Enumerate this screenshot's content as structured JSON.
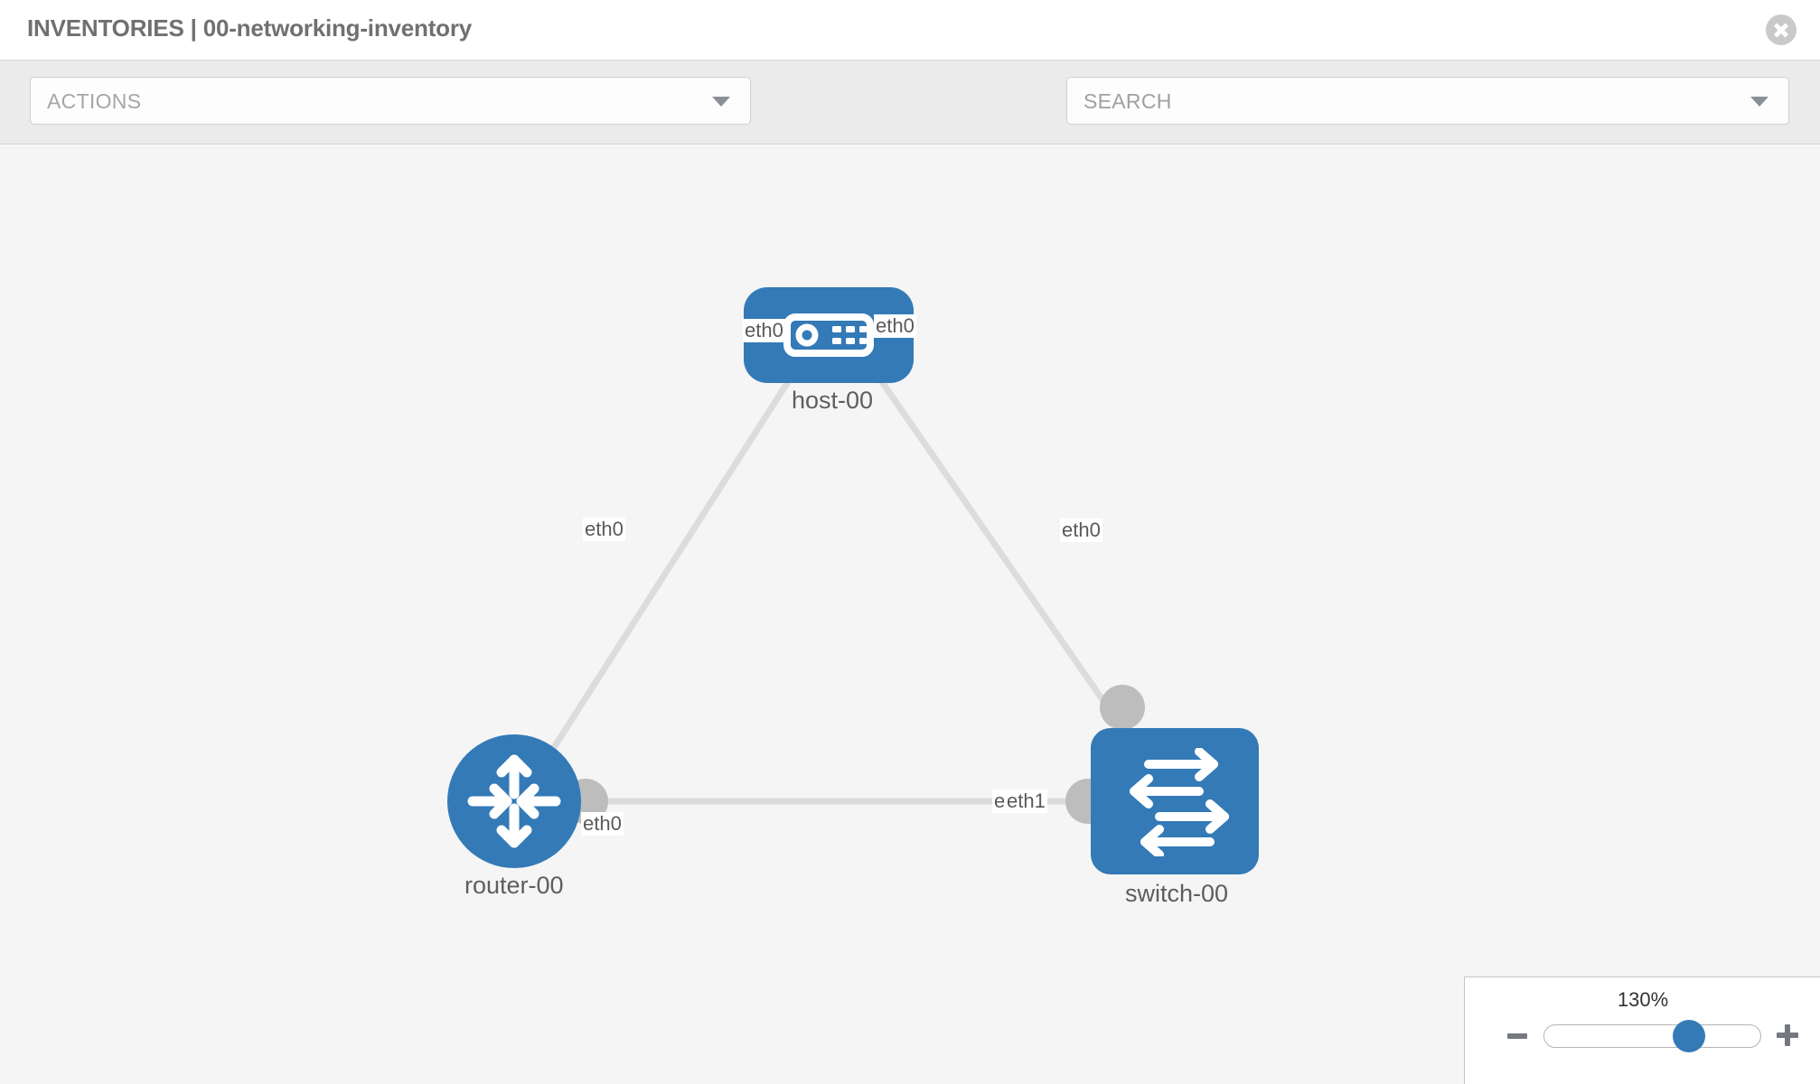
{
  "header": {
    "title": "INVENTORIES | 00-networking-inventory",
    "close_icon": "close-icon"
  },
  "toolbar": {
    "actions_label": "ACTIONS",
    "actions_caret_icon": "chevron-down-icon",
    "wrench_icon": "wrench-icon",
    "key_icon": "key-icon",
    "search_placeholder": "SEARCH",
    "search_value": "",
    "search_caret_icon": "chevron-down-icon"
  },
  "topology": {
    "background_color": "#f5f5f5",
    "node_color": "#337ab7",
    "link_color": "#dcdcdc",
    "endpoint_color": "#bdbdbd",
    "nodes": [
      {
        "id": "host-00",
        "label": "host-00",
        "type": "host",
        "icon": "server-icon",
        "shape": "rounded-rect"
      },
      {
        "id": "router-00",
        "label": "router-00",
        "type": "router",
        "icon": "router-arrows-icon",
        "shape": "circle"
      },
      {
        "id": "switch-00",
        "label": "switch-00",
        "type": "switch",
        "icon": "switch-arrows-icon",
        "shape": "rounded-square"
      }
    ],
    "links": [
      {
        "from": "host-00",
        "to": "router-00",
        "from_interface": "eth0",
        "to_interface": "eth0"
      },
      {
        "from": "host-00",
        "to": "switch-00",
        "from_interface": "eth0",
        "to_interface": "eth0"
      },
      {
        "from": "router-00",
        "to": "switch-00",
        "from_interface": "eth0",
        "to_interface": "eth1"
      }
    ],
    "interface_labels": {
      "host_left": "eth0",
      "host_right": "eth0",
      "router_upper": "eth0",
      "switch_upper": "eth0",
      "router_right": "eth0",
      "switch_left_hidden": "eth0",
      "switch_left": "eth1"
    }
  },
  "zoom_control": {
    "level": "130%",
    "minus_label": "minus-icon",
    "plus_label": "plus-icon",
    "slider_position_pct": 65
  }
}
